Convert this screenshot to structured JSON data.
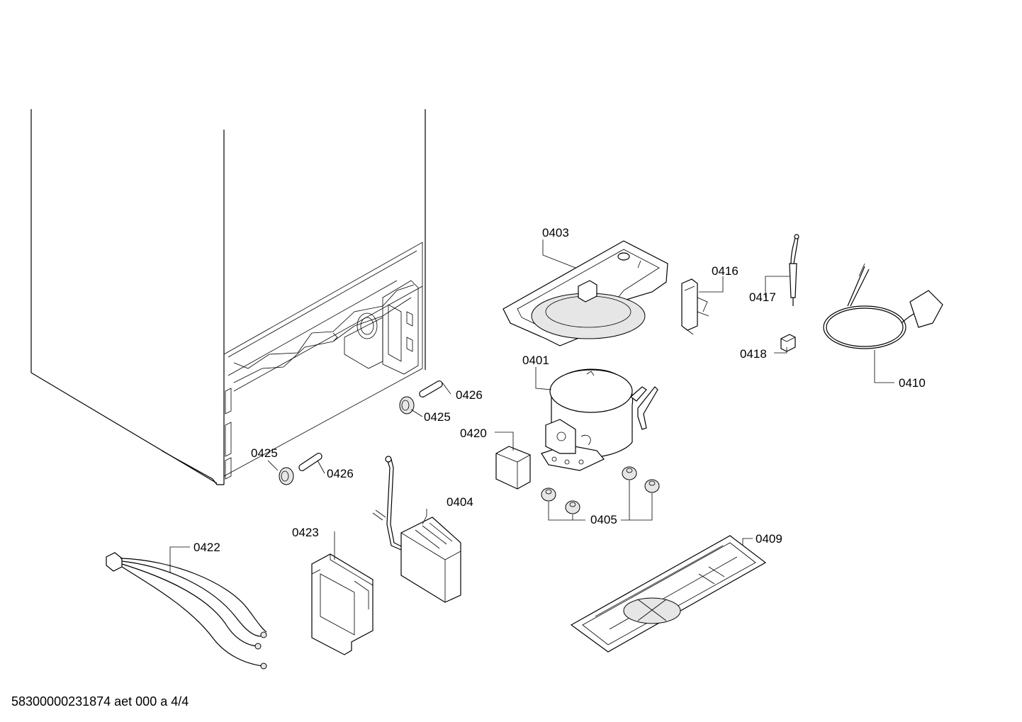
{
  "footer": {
    "drawing_id": "58300000231874 aet 000 a 4/4"
  },
  "callouts": {
    "c0401": "0401",
    "c0403": "0403",
    "c0404": "0404",
    "c0405": "0405",
    "c0409": "0409",
    "c0410": "0410",
    "c0416": "0416",
    "c0417": "0417",
    "c0418": "0418",
    "c0420": "0420",
    "c0422": "0422",
    "c0423": "0423",
    "c0425a": "0425",
    "c0425b": "0425",
    "c0426a": "0426",
    "c0426b": "0426"
  }
}
